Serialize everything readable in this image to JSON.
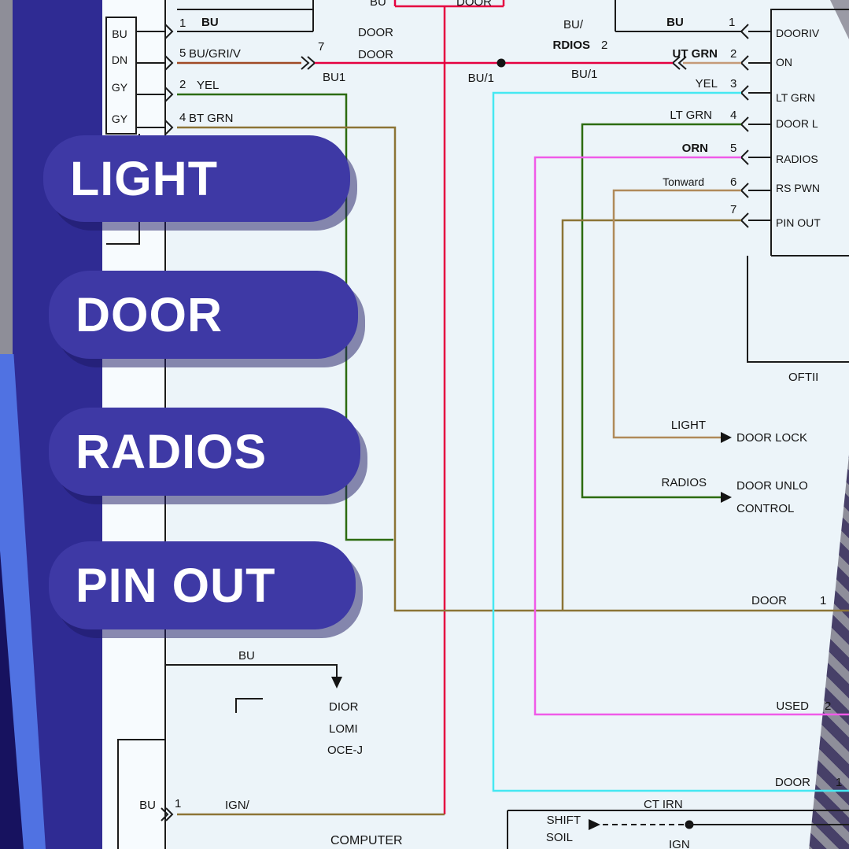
{
  "buttons": {
    "light": "LIGHT",
    "door": "DOOR",
    "radios": "RADIOS",
    "pinout": "PIN OUT"
  },
  "colors": {
    "sidebar": "#2f2b93",
    "button": "#3e39a5",
    "red_wire": "#e50040",
    "green_wire": "#2c6b10",
    "olive_wire": "#8c7436",
    "cyan_wire": "#45e8f2",
    "magenta_wire": "#f05ae8",
    "tan_wire": "#c59a78",
    "brown_wire": "#a04a26"
  },
  "left_connector": {
    "slots": [
      "BU",
      "DN",
      "GY",
      "GY"
    ],
    "pin1": {
      "num": "1",
      "label": "BU"
    },
    "pin5": {
      "num": "5",
      "label": "BU/GRI/V"
    },
    "pin2": {
      "num": "2",
      "label": "YEL"
    },
    "pin4": {
      "num": "4",
      "label": "BT GRN"
    }
  },
  "top": {
    "bu_cut": "BU",
    "door_cut": "DOOR",
    "door_a": "DOOR",
    "door_b": "DOOR",
    "conn_num": "7",
    "bu1": "BU1",
    "bu_slash": "BU/",
    "rdios": "RDIOS",
    "rdios_num": "2",
    "bu1_left": "BU/1",
    "bu1_right": "BU/1"
  },
  "right_connector": {
    "rows": [
      {
        "wire": "BU",
        "num": "1",
        "slot": "DOORIV"
      },
      {
        "wire": "UT GRN",
        "num": "2",
        "slot": "ON"
      },
      {
        "wire": "YEL",
        "num": "3",
        "slot": "LT GRN"
      },
      {
        "wire": "LT GRN",
        "num": "4",
        "slot": "DOOR L"
      },
      {
        "wire": "ORN",
        "num": "5",
        "slot": "RADIOS"
      },
      {
        "wire": "Tonward",
        "num": "6",
        "slot": "RS PWN"
      },
      {
        "wire": "",
        "num": "7",
        "slot": "PIN OUT"
      }
    ],
    "oftii": "OFTII"
  },
  "annotations": {
    "light": "LIGHT",
    "door_lock": "DOOR LOCK",
    "radios": "RADIOS",
    "door_unlock": "DOOR UNLO",
    "control": "CONTROL",
    "door_mid": "DOOR",
    "door_mid_num": "1",
    "used": "USED",
    "used_num": "2",
    "door_bottom": "DOOR",
    "door_bottom_num": "1"
  },
  "bottom": {
    "bu_wire": "BU",
    "dior": "DIOR",
    "lomi": "LOMI",
    "oce_j": "OCE-J",
    "bu_pin": "BU",
    "pin_num": "1",
    "ign_wire": "IGN/",
    "computer": "COMPUTER",
    "shift": "SHIFT",
    "soil": "SOIL",
    "ct_irn": "CT IRN",
    "ign": "IGN"
  }
}
